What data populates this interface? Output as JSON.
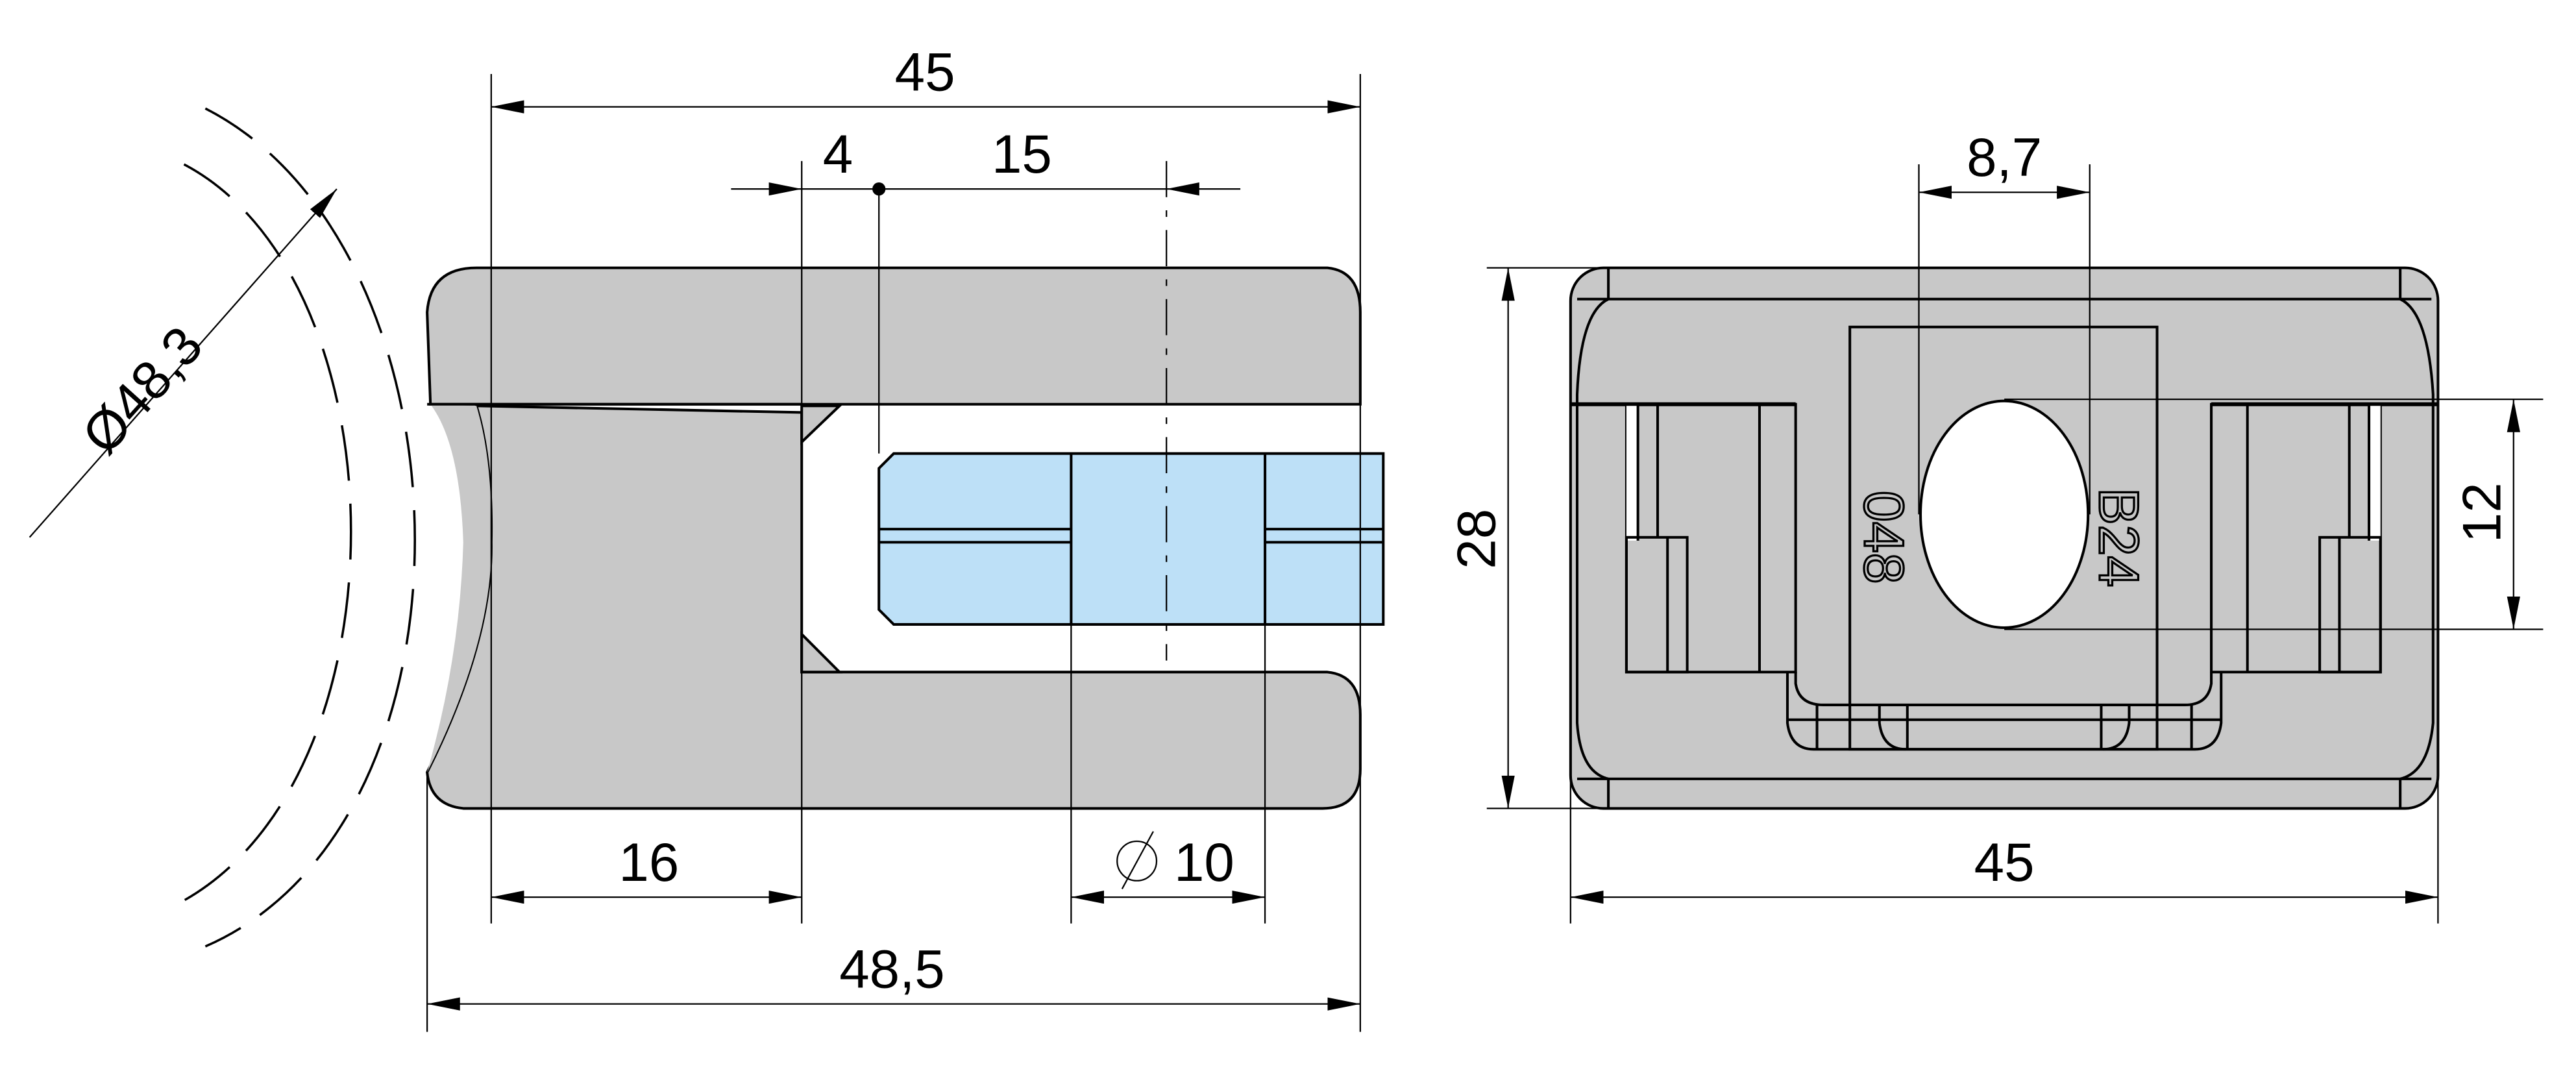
{
  "drawing": {
    "side_view": {
      "dimensions": {
        "overall_width": "45",
        "offset": "4",
        "hole_position": "15",
        "pipe_diameter": "Ø48,3",
        "clamp_depth": "16",
        "hole_diameter": "10",
        "overall_length": "48,5"
      },
      "diameter_symbol": "∅"
    },
    "front_view": {
      "dimensions": {
        "slot_width": "8,7",
        "height": "28",
        "slot_height": "12",
        "width": "45"
      },
      "engravings": {
        "left": "048",
        "right": "B24"
      }
    },
    "colors": {
      "metal": "#c8c8c8",
      "glass": "#bde0f7"
    }
  }
}
